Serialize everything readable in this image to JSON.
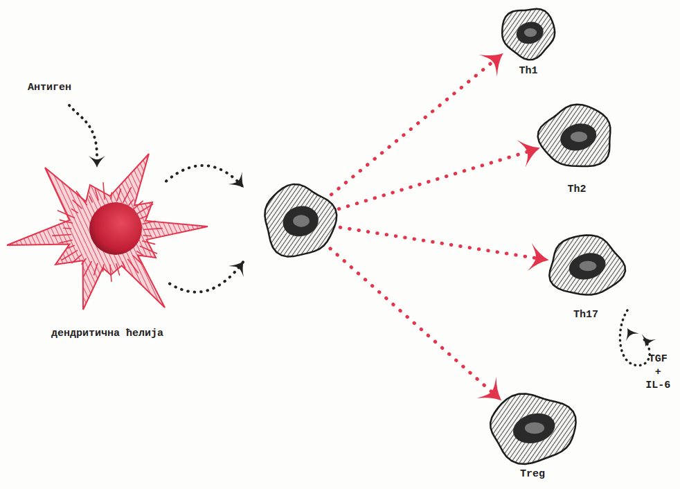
{
  "diagram": {
    "nodes": [
      {
        "text": [
          "дендритична ћелија"
        ]
      },
      {
        "text": []
      },
      {
        "text": [
          "Th1"
        ]
      },
      {
        "text": [
          "Th2"
        ]
      },
      {
        "text": [
          "Th17"
        ]
      },
      {
        "text": [
          "Treg"
        ]
      }
    ],
    "edges": [
      {
        "from": 0,
        "to": 1,
        "arrow": "to"
      },
      {
        "from": 0,
        "to": 1,
        "arrow": "to"
      },
      {
        "from": 1,
        "to": 2,
        "arrow": "to"
      },
      {
        "from": 1,
        "to": 3,
        "arrow": "to"
      },
      {
        "from": 1,
        "to": 4,
        "arrow": "to"
      },
      {
        "from": 1,
        "to": 5,
        "arrow": "to"
      }
    ],
    "labels": [
      "Антиген",
      "TGF + IL-6"
    ]
  }
}
